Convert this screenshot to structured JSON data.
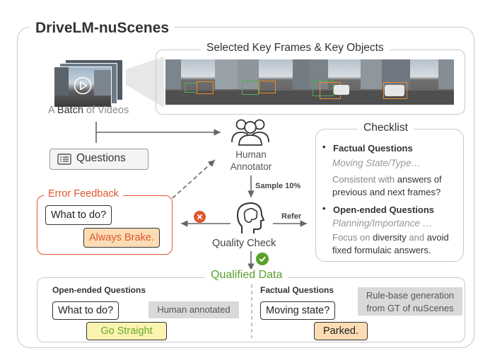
{
  "title": "DriveLM-nuScenes",
  "key_frames_title": "Selected Key Frames & Key Objects",
  "videos_caption": {
    "prefix": "A ",
    "emph": "Batch",
    "mid": " of ",
    "end": "Videos"
  },
  "questions_label": "Questions",
  "human_annotator": {
    "line1": "Human",
    "line2": "Annotator"
  },
  "sample_label": "Sample 10%",
  "refer_label": "Refer",
  "quality_check": "Quality Check",
  "error_feedback": {
    "title": "Error Feedback",
    "question": "What to do?",
    "answer": "Always Brake."
  },
  "checklist": {
    "title": "Checklist",
    "factual_heading": "Factual Questions",
    "factual_sub": "Moving State/Type…",
    "factual_desc1_a": "Consistent with ",
    "factual_desc1_b": "answers of",
    "factual_desc2": "previous and next frames?",
    "open_heading": "Open-ended Questions",
    "open_sub": "Planning/Importance …",
    "open_desc1_a": "Focus on ",
    "open_desc1_b": "diversity",
    "open_desc1_c": " and ",
    "open_desc1_d": "avoid",
    "open_desc2": "fixed formulaic answers."
  },
  "qualified": {
    "title": "Qualified Data",
    "open_heading": "Open-ended Questions",
    "open_question": "What to do?",
    "open_tag": "Human annotated",
    "open_answer": "Go Straight",
    "factual_heading": "Factual Questions",
    "factual_tag_line1": "Rule-base generation",
    "factual_tag_line2": "from GT of nuScenes",
    "factual_question": "Moving state?",
    "factual_answer": "Parked."
  },
  "colors": {
    "error": "#e0572e",
    "green": "#5aa02c",
    "answer_orange_bg": "#fbdcb4",
    "answer_yellow_bg": "#fbf3b0"
  },
  "icons": [
    "video-stack-icon",
    "play-icon",
    "question-list-icon",
    "people-group-icon",
    "head-brain-icon",
    "error-x-icon",
    "check-icon"
  ]
}
